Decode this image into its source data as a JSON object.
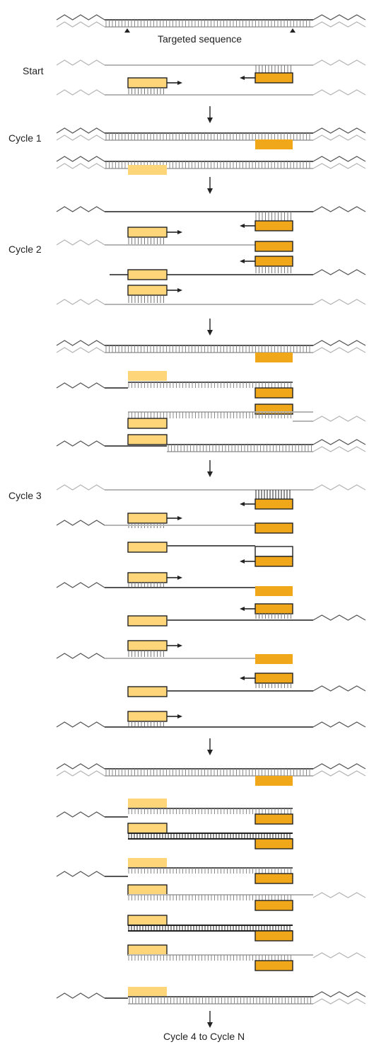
{
  "labels": {
    "targeted_sequence": "Targeted sequence",
    "start": "Start",
    "cycle1": "Cycle 1",
    "cycle2": "Cycle 2",
    "cycle3": "Cycle 3",
    "final": "Cycle 4 to Cycle N"
  },
  "colors": {
    "forward_primer": "#FFD57A",
    "reverse_primer": "#F0A81A",
    "strand_dark": "#555555",
    "strand_light": "#B5B5B5",
    "outline": "#222222"
  }
}
